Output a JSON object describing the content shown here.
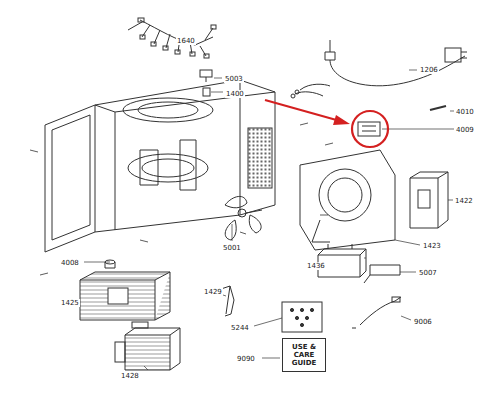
{
  "diagram": {
    "nodes": [
      {
        "text": [
          "USE & CARE GUIDE"
        ]
      }
    ],
    "labels": [
      "1640",
      "5003",
      "1400",
      "1206",
      "4010",
      "4009",
      "1422",
      "5001",
      "1423",
      "1436",
      "5007",
      "4008",
      "1425",
      "1429",
      "5244",
      "9006",
      "1428",
      "9090"
    ]
  }
}
